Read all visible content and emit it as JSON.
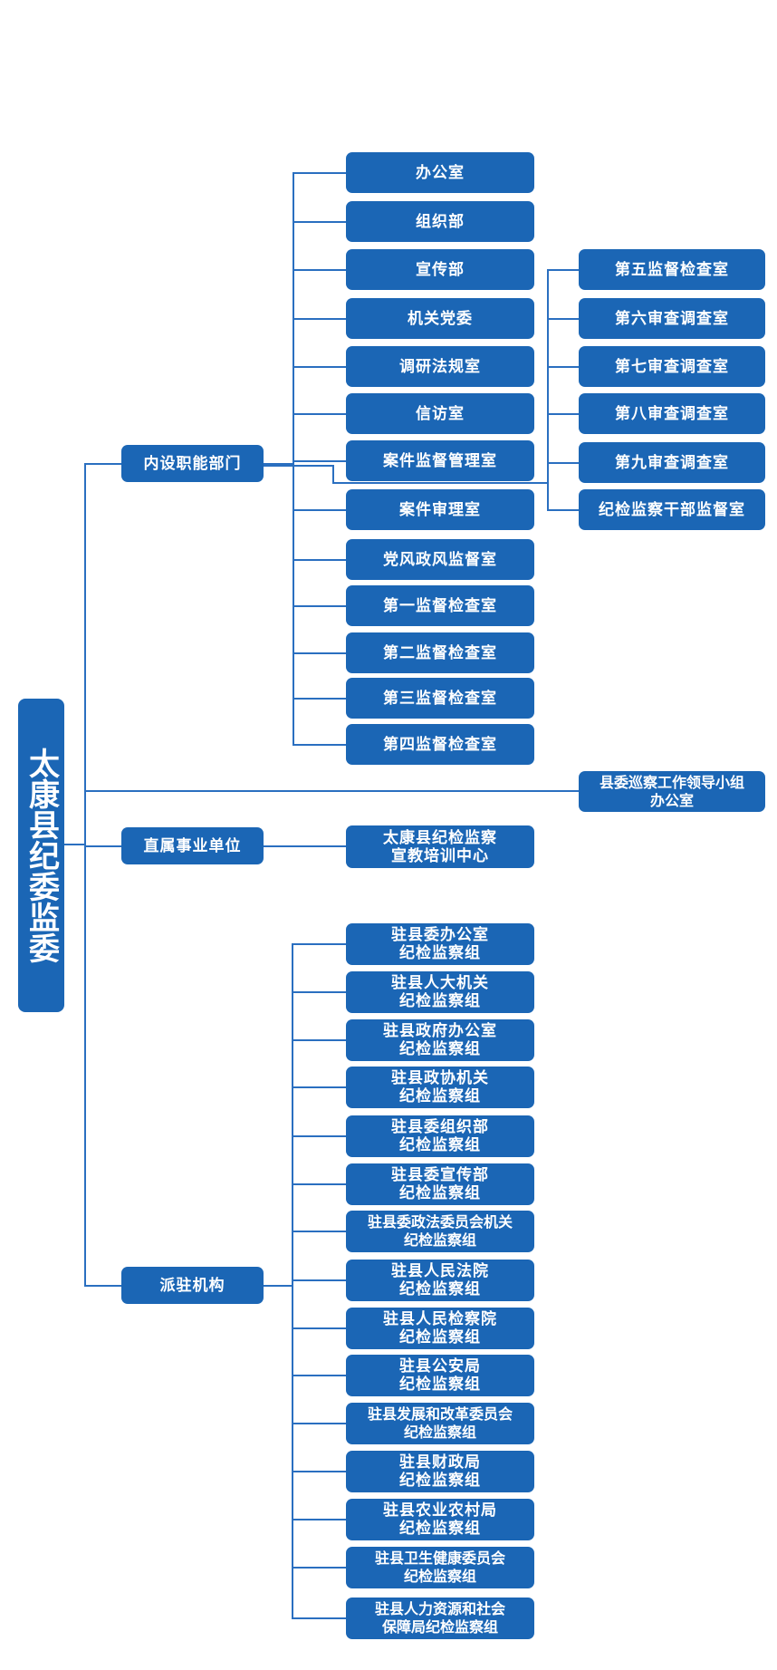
{
  "org_chart": {
    "root": {
      "name": "太康县纪委监委"
    },
    "categories": [
      {
        "name": "内设职能部门",
        "children": [
          "办公室",
          "组织部",
          "宣传部",
          "机关党委",
          "调研法规室",
          "信访室",
          "案件监督管理室",
          "案件审理室",
          "党风政风监督室",
          "第一监督检查室",
          "第二监督检查室",
          "第三监督检查室",
          "第四监督检查室"
        ],
        "right_column": [
          "第五监督检查室",
          "第六审查调查室",
          "第七审查调查室",
          "第八审查调查室",
          "第九审查调查室",
          "纪检监察干部监督室"
        ]
      },
      {
        "name": "县委巡察工作领导小组\n办公室",
        "children": []
      },
      {
        "name": "直属事业单位",
        "children": [
          "太康县纪检监察\n宣教培训中心"
        ]
      },
      {
        "name": "派驻机构",
        "children": [
          "驻县委办公室\n纪检监察组",
          "驻县人大机关\n纪检监察组",
          "驻县政府办公室\n纪检监察组",
          "驻县政协机关\n纪检监察组",
          "驻县委组织部\n纪检监察组",
          "驻县委宣传部\n纪检监察组",
          "驻县委政法委员会机关\n纪检监察组",
          "驻县人民法院\n纪检监察组",
          "驻县人民检察院\n纪检监察组",
          "驻县公安局\n纪检监察组",
          "驻县发展和改革委员会\n纪检监察组",
          "驻县财政局\n纪检监察组",
          "驻县农业农村局\n纪检监察组",
          "驻县卫生健康委员会\n纪检监察组",
          "驻县人力资源和社会\n保障局纪检监察组"
        ]
      }
    ],
    "colors": {
      "node_fill": "#1b66b5",
      "node_text": "#ffffff",
      "line": "#2a6fc0"
    }
  }
}
